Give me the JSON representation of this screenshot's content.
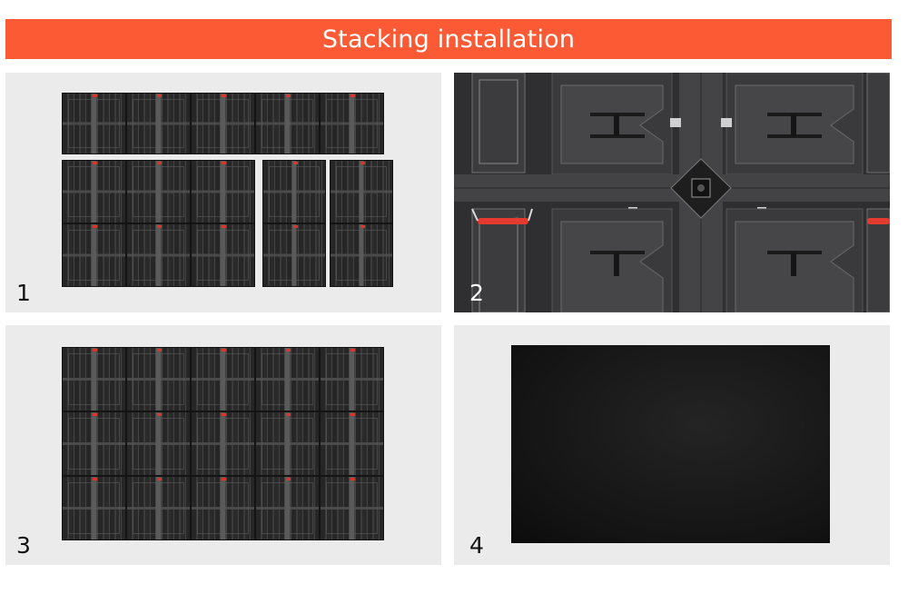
{
  "header": {
    "title": "Stacking installation"
  },
  "steps": [
    {
      "label": "1"
    },
    {
      "label": "2"
    },
    {
      "label": "3"
    },
    {
      "label": "4"
    }
  ],
  "colors": {
    "accent": "#fb5a34",
    "panel_bg": "#ebebeb",
    "cabinet": "#2c2c2c",
    "handle": "#e53a2f"
  }
}
